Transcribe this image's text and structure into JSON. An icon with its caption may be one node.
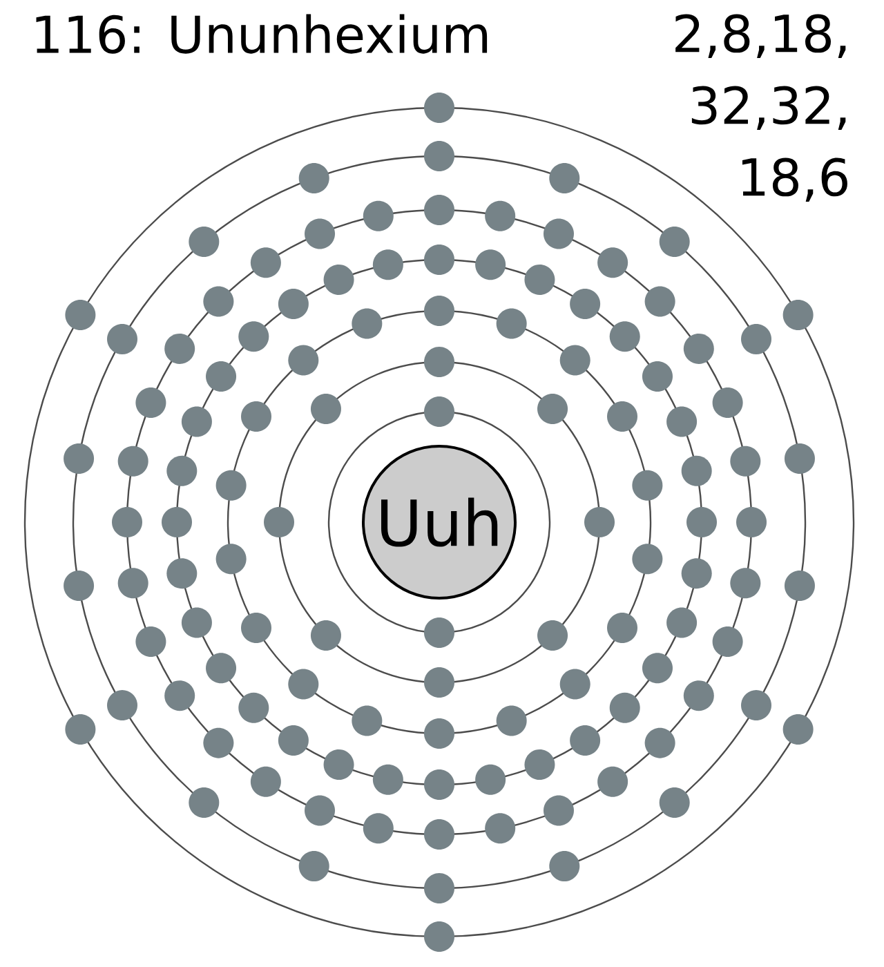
{
  "diagram": {
    "title": "116: Ununhexium",
    "nodes": [
      {
        "text": [
          "Uuh"
        ]
      }
    ],
    "labels": [
      "2,8,18, 32,32, 18,6"
    ]
  }
}
